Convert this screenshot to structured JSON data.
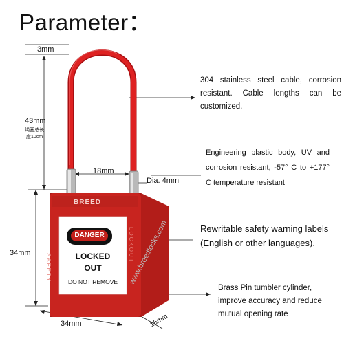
{
  "title": "Parameter：",
  "dimensions": {
    "cable_diameter": "3mm",
    "shackle_height": "43mm",
    "shackle_note_line1": "绳圈总长",
    "shackle_note_line2": "度10cm",
    "shackle_spacing": "18mm",
    "pin_diameter": "Dia. 4mm",
    "body_height": "34mm",
    "body_width": "34mm",
    "body_depth": "16mm"
  },
  "lock_face": {
    "brand": "BREED",
    "side_left": "SAFETY",
    "side_right": "LOCKOUT",
    "danger": "DANGER",
    "locked_line1": "LOCKED",
    "locked_line2": "OUT",
    "do_not_remove": "DO NOT REMOVE"
  },
  "watermark": "www.breedlocks.com",
  "notes": {
    "cable": "304 stainless steel cable, corrosion resistant. Cable lengths can be customized.",
    "body": "Engineering plastic body, UV and corrosion resistant, -57° C to +177° C temperature resistant",
    "label": "Rewritable safety warning labels (English or other languages).",
    "cylinder": "Brass Pin tumbler cylinder, improve accuracy and reduce mutual opening rate"
  },
  "colors": {
    "body_red": "#c8241f",
    "cable_red": "#d81d1d",
    "danger_red": "#c3201b"
  }
}
